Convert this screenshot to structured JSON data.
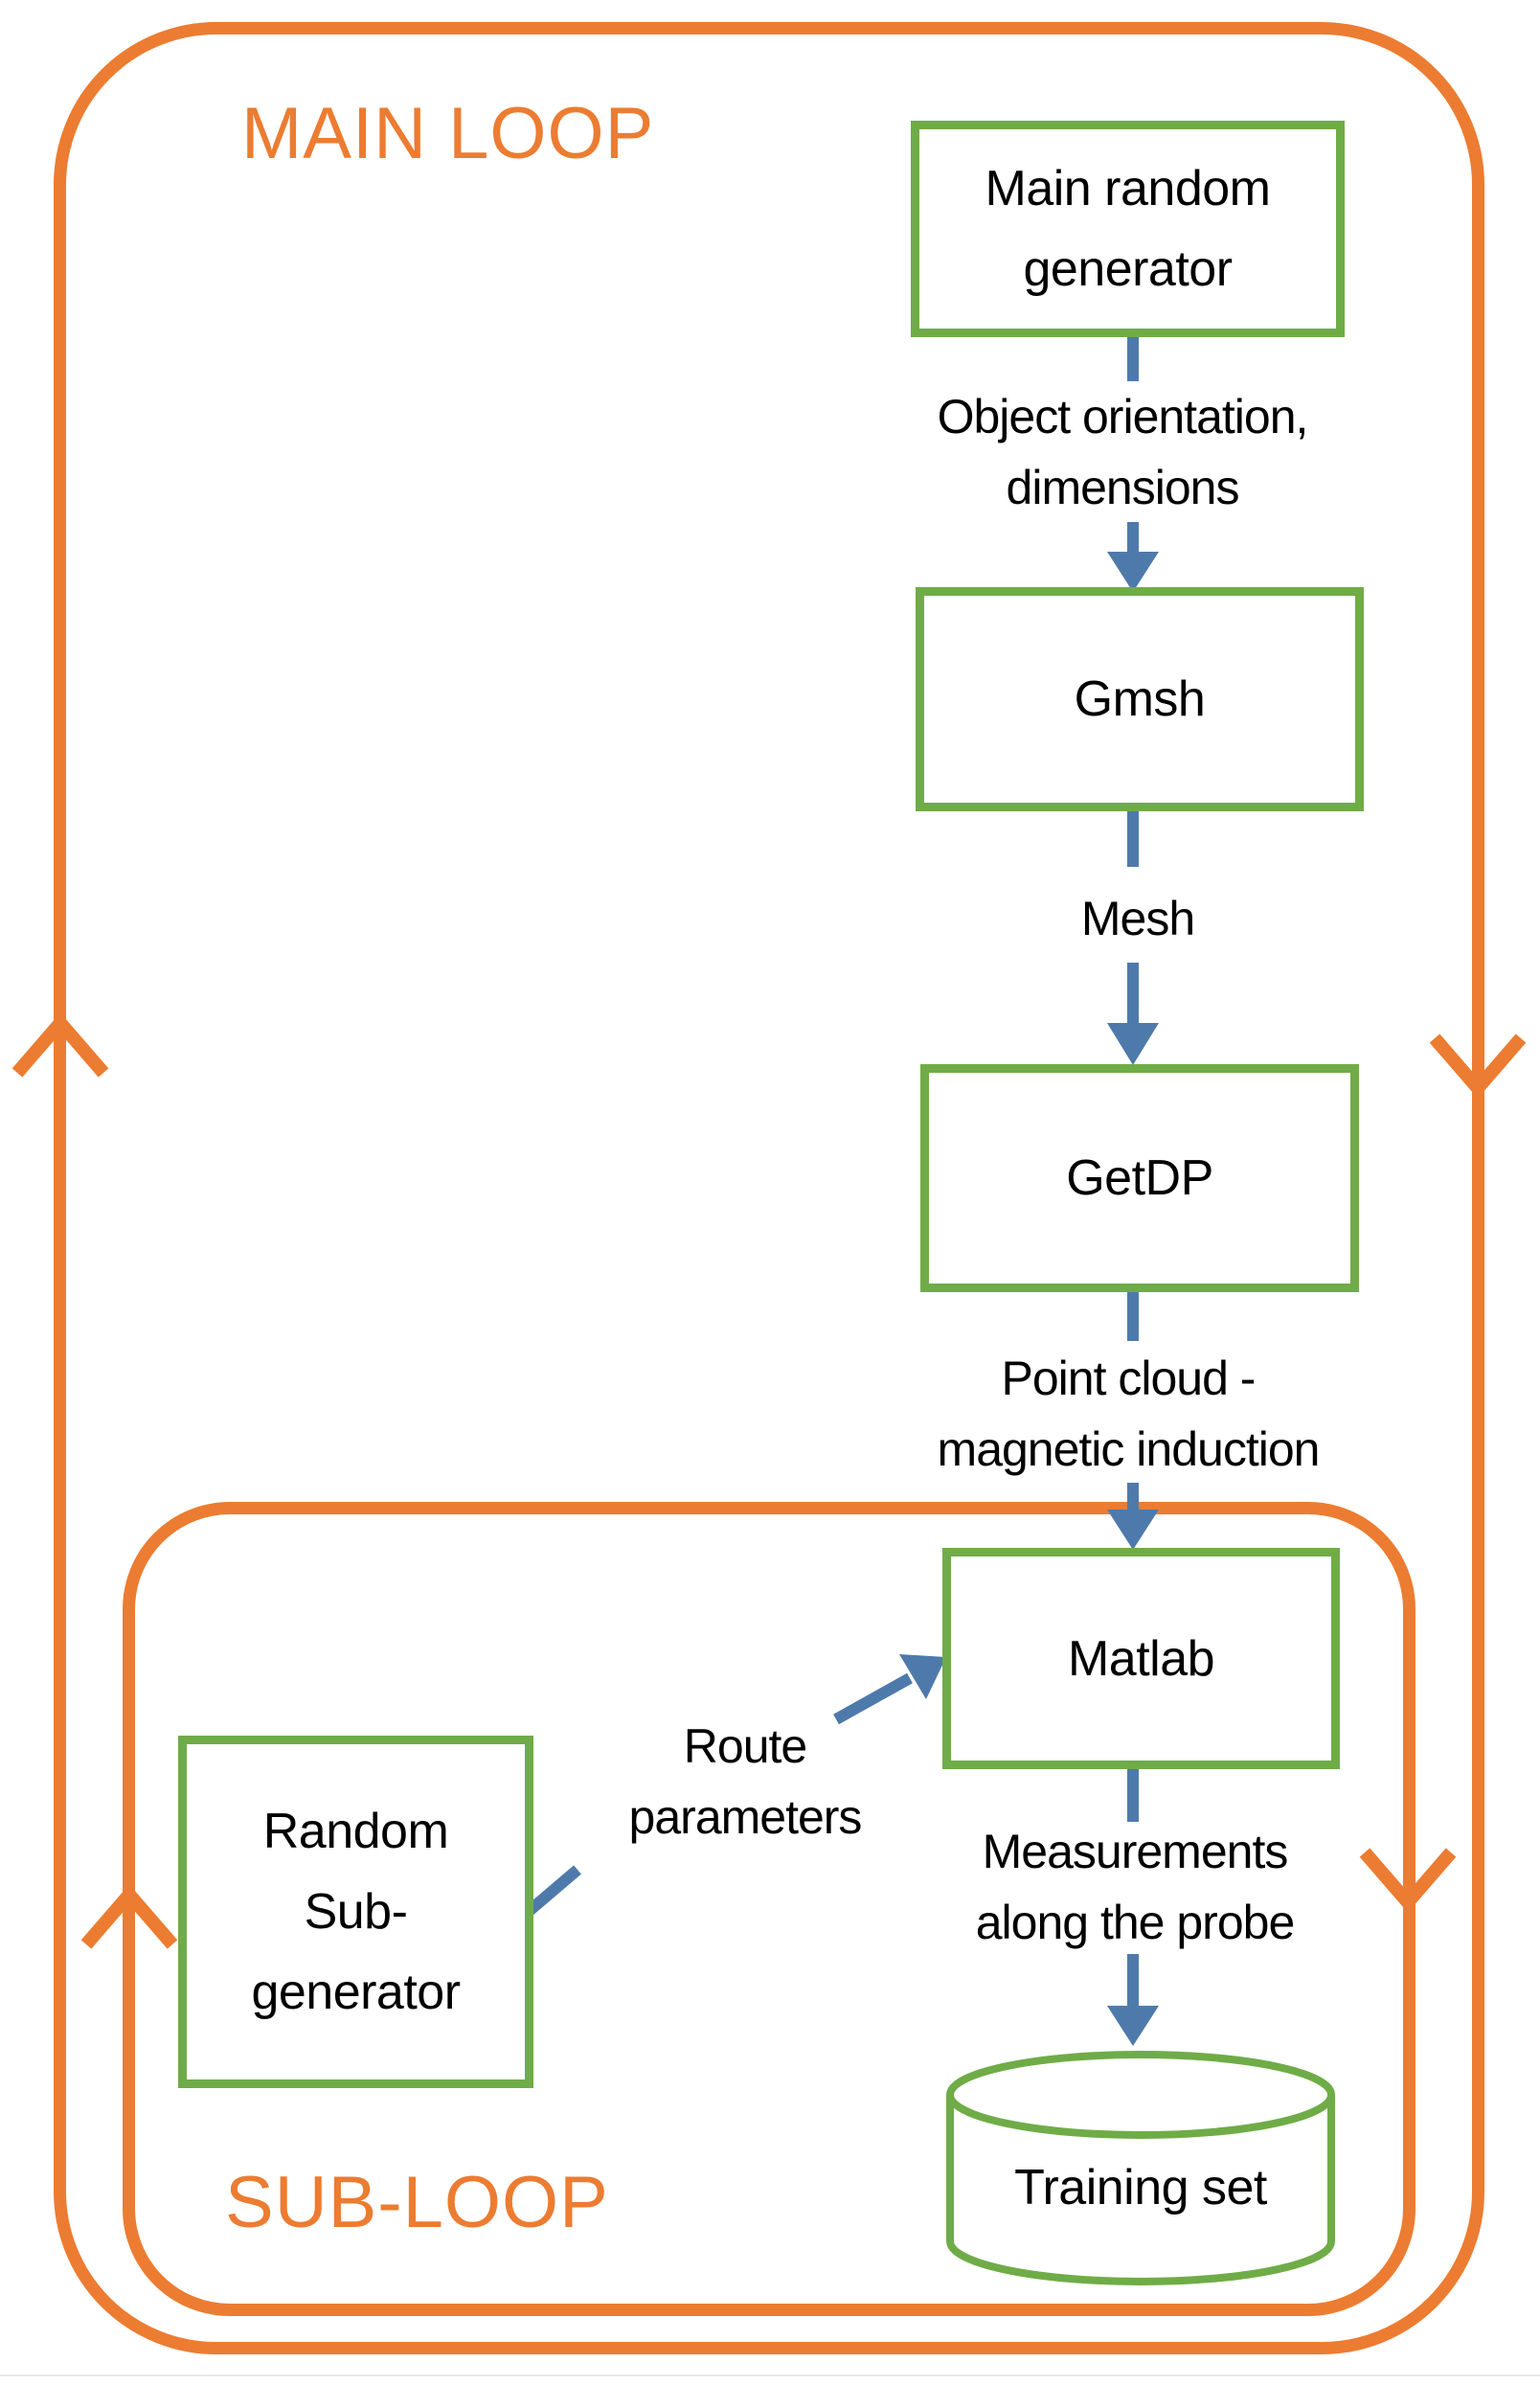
{
  "title_labels": {
    "main_loop": "MAIN LOOP",
    "sub_loop": "SUB-LOOP"
  },
  "nodes": {
    "main_random_generator": {
      "lines": [
        "Main random",
        "generator"
      ]
    },
    "gmsh": {
      "lines": [
        "Gmsh"
      ]
    },
    "getdp": {
      "lines": [
        "GetDP"
      ]
    },
    "matlab": {
      "lines": [
        "Matlab"
      ]
    },
    "random_sub_generator": {
      "lines": [
        "Random",
        "Sub-",
        "generator"
      ]
    },
    "training_set": {
      "lines": [
        "Training set"
      ]
    }
  },
  "edge_labels": {
    "object_orientation": {
      "lines": [
        "Object orientation,",
        "dimensions"
      ]
    },
    "mesh": {
      "lines": [
        "Mesh"
      ]
    },
    "point_cloud": {
      "lines": [
        "Point cloud -",
        "magnetic induction"
      ]
    },
    "route_parameters": {
      "lines": [
        "Route",
        "parameters"
      ]
    },
    "measurements": {
      "lines": [
        "Measurements",
        "along the probe"
      ]
    }
  },
  "icons": {
    "up_arrow_main_loop": "chevron-up-icon",
    "down_arrow_main_loop": "chevron-down-icon",
    "up_arrow_sub_loop": "chevron-up-icon",
    "down_arrow_sub_loop": "chevron-down-icon",
    "flow_arrows": "arrow-down-icon",
    "route_arrow": "arrow-up-right-icon",
    "database": "database-cylinder-icon"
  },
  "colors": {
    "loop_orange": "#EC7C31",
    "box_green": "#6FAC47",
    "arrow_blue": "#4E7AAB",
    "text_black": "#000000",
    "background": "#FFFFFF"
  }
}
